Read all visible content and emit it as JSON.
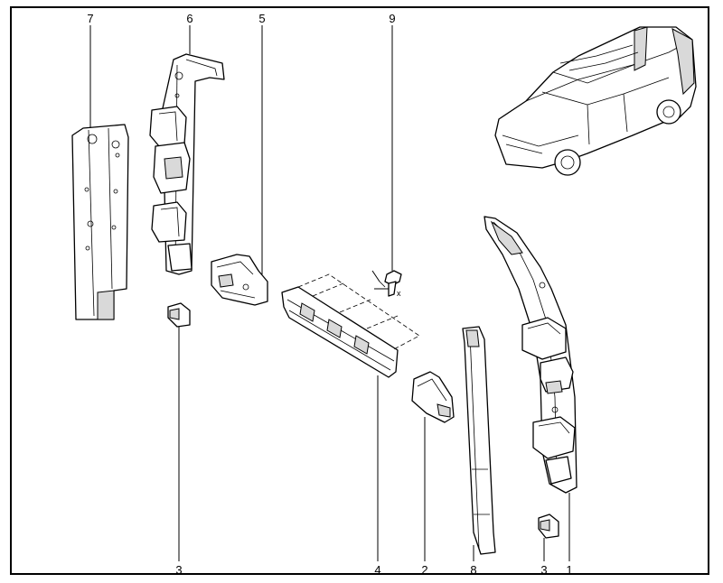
{
  "callouts": {
    "c7": "7",
    "c6": "6",
    "c5": "5",
    "c9": "9",
    "c3a": "3",
    "c4": "4",
    "c2": "2",
    "c8": "8",
    "c3b": "3",
    "c1": "1",
    "dim_x": "x"
  }
}
